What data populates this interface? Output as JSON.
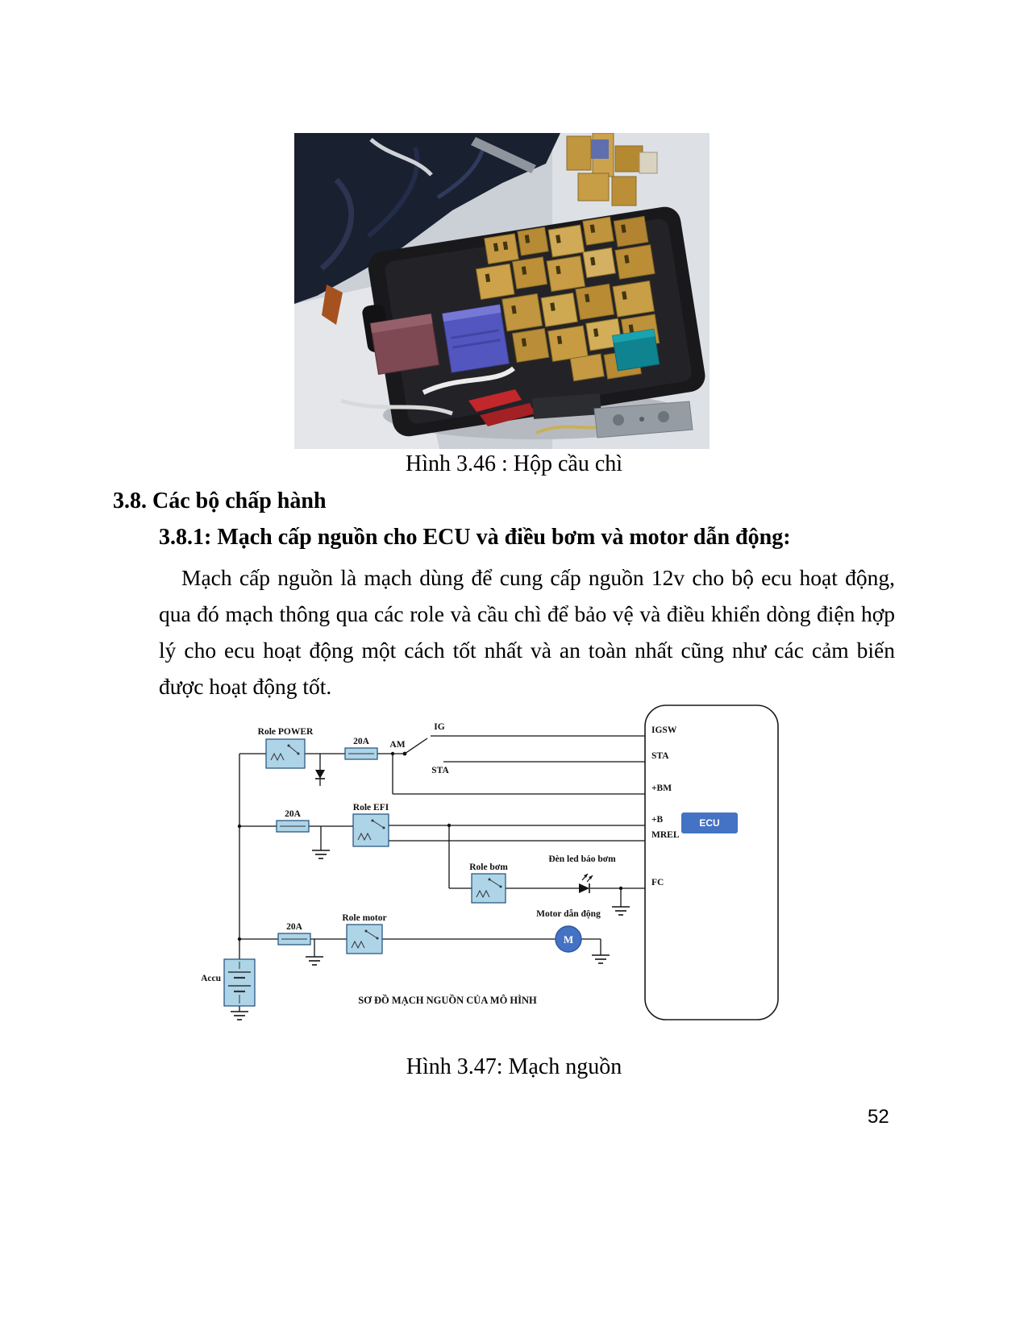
{
  "document": {
    "figure_46_caption": "Hình 3.46 : Hộp cầu chì",
    "section_heading": "3.8. Các bộ chấp hành",
    "subsection_heading": "3.8.1: Mạch cấp nguồn cho ECU và điều bơm và motor dẫn động:",
    "paragraph": "Mạch cấp nguồn là mạch dùng để cung cấp nguồn 12v cho bộ ecu hoạt động, qua đó mạch thông qua các role và cầu chì để bảo vệ và điều khiển dòng điện hợp lý cho ecu hoạt động một cách tốt nhất và an toàn nhất cũng như các cảm biến được hoạt động tốt.",
    "figure_47_caption": "Hình 3.47: Mạch nguồn",
    "page_number": "52"
  },
  "diagram": {
    "title": "SƠ ĐỒ MẠCH NGUỒN CỦA MÔ HÌNH",
    "relay_power": "Role POWER",
    "relay_efi": "Role EFI",
    "relay_pump": "Role bơm",
    "relay_motor": "Role motor",
    "fuse_power": "20A",
    "fuse_efi": "20A",
    "fuse_motor": "20A",
    "switch_am": "AM",
    "switch_ig": "IG",
    "switch_sta": "STA",
    "led_label": "Đèn led báo bơm",
    "motor_label": "Motor dẫn động",
    "motor_symbol": "M",
    "battery_label": "Accu",
    "ecu_label": "ECU",
    "pins": [
      "IGSW",
      "STA",
      "+BM",
      "+B",
      "MREL",
      "FC"
    ],
    "colors": {
      "component_fill": "#aed4e8",
      "ecu_chip": "#4472c4",
      "motor_fill": "#4472c4"
    }
  }
}
